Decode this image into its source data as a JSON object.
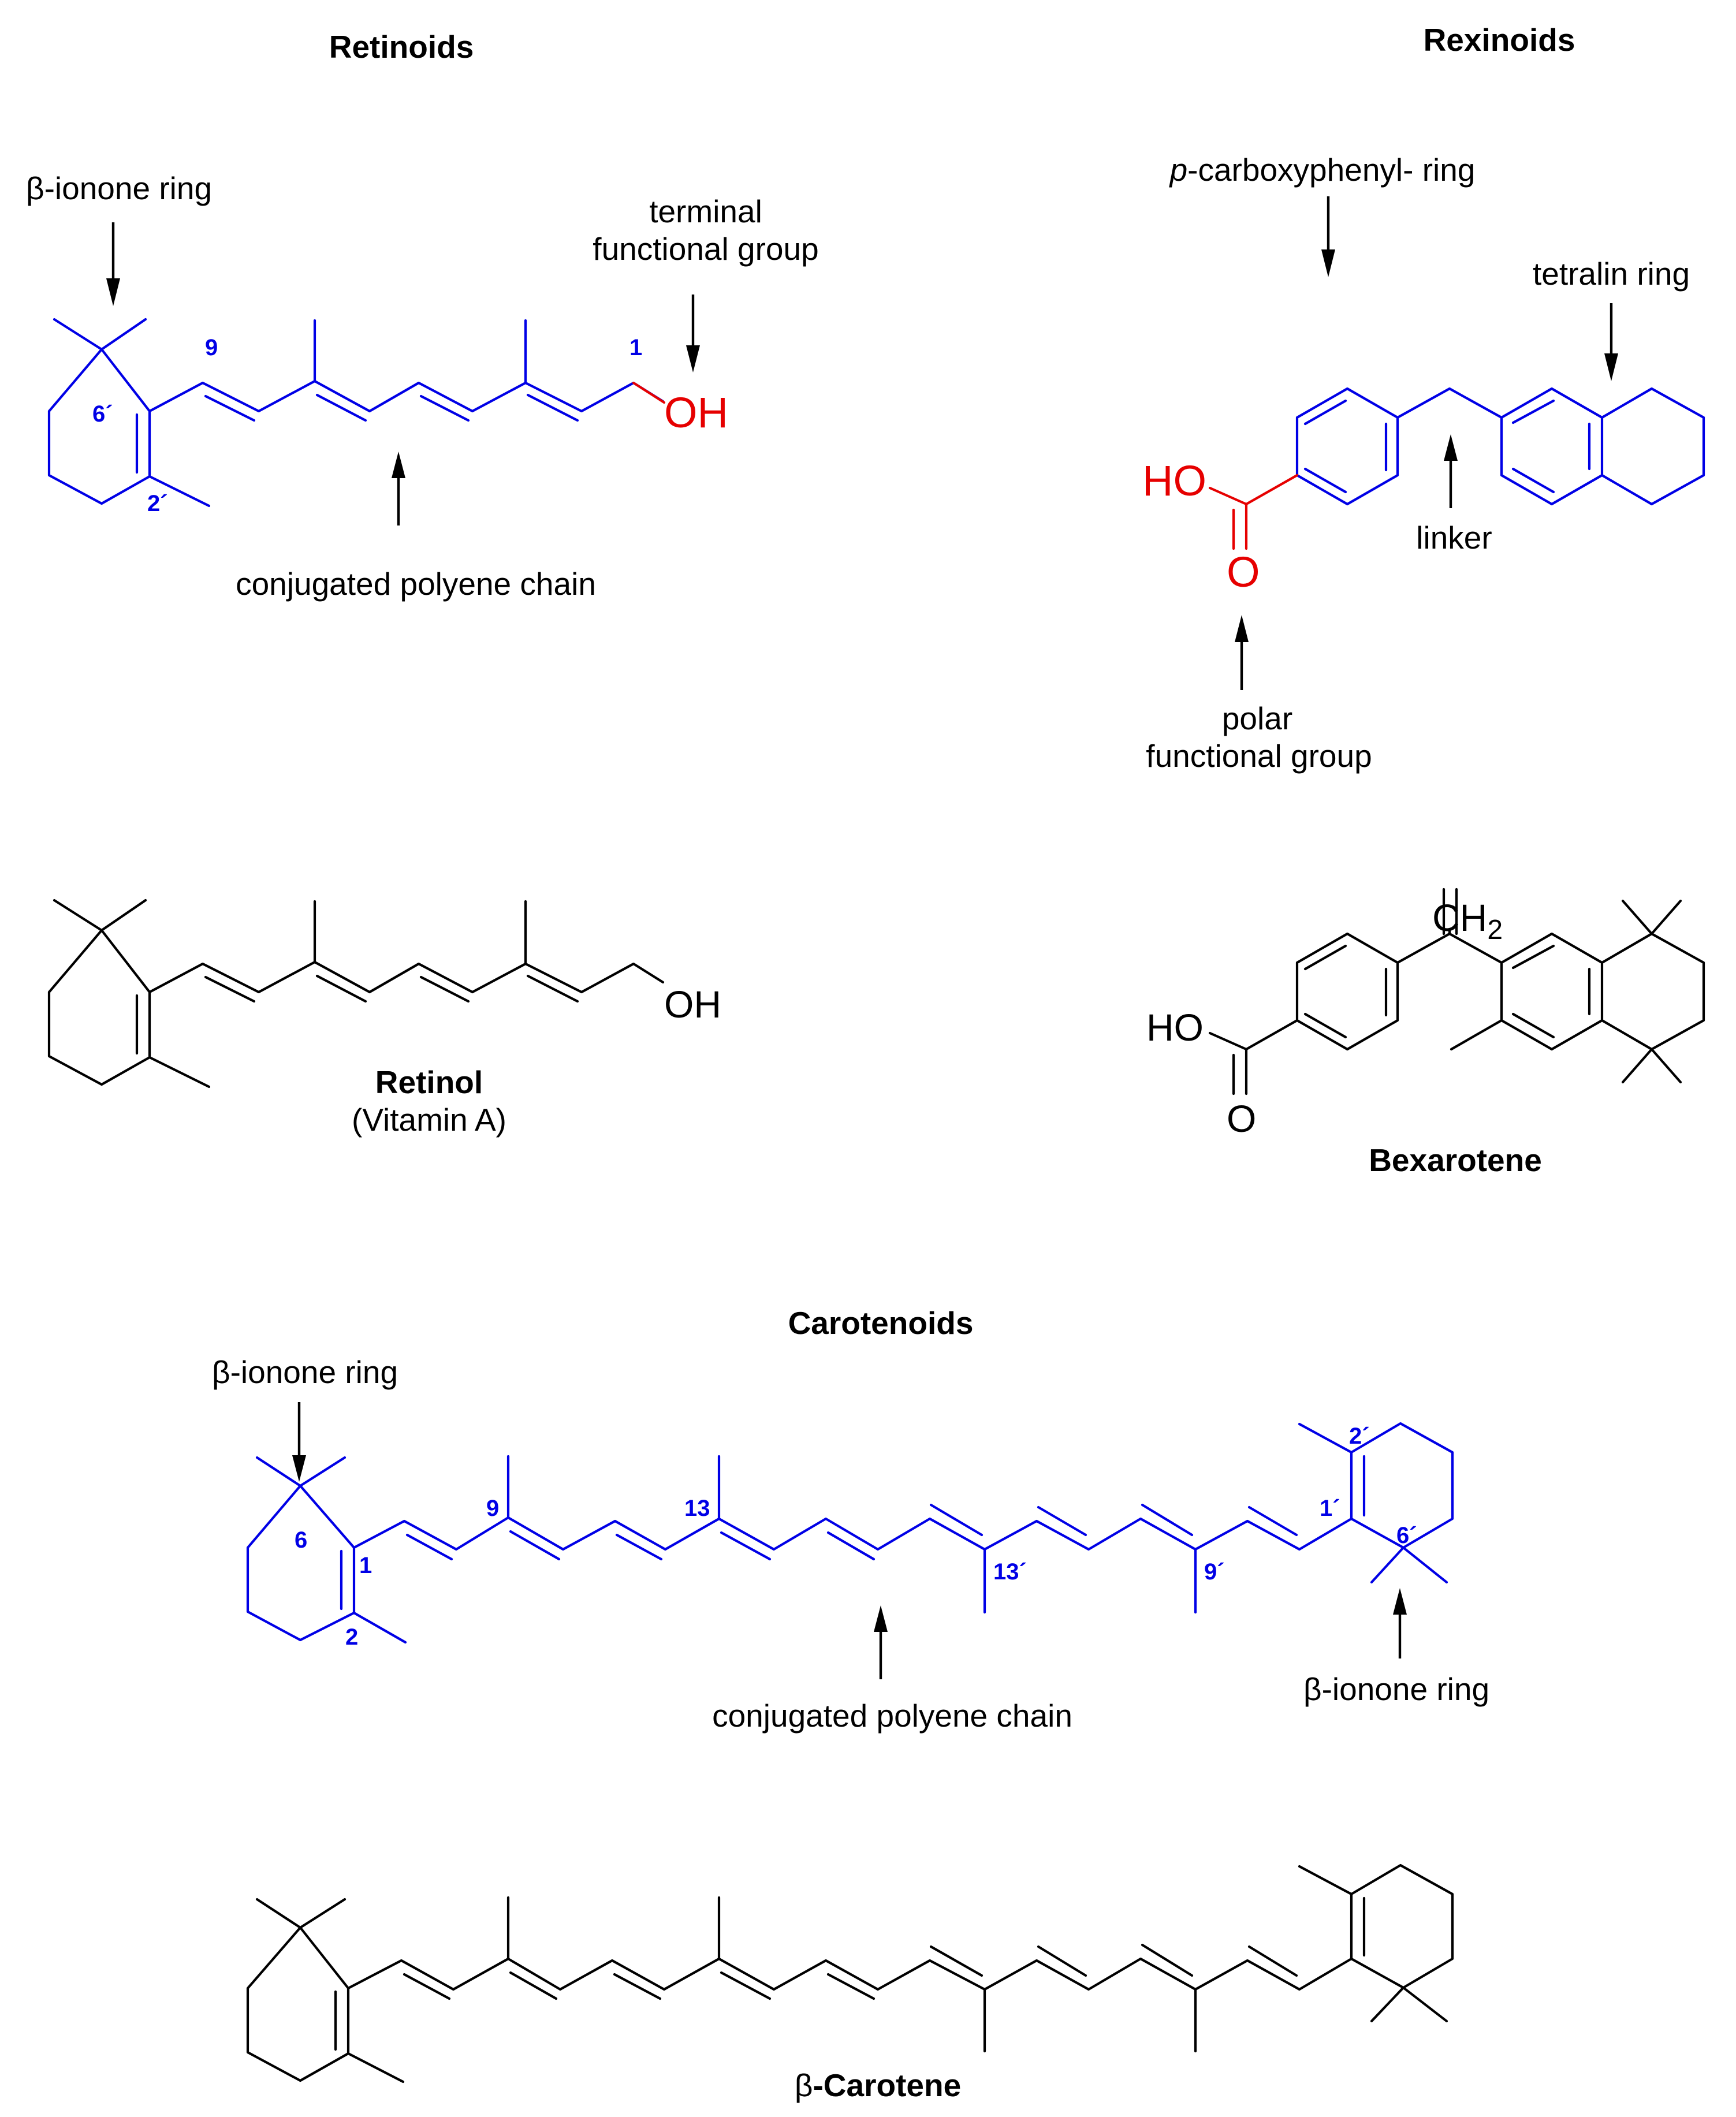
{
  "titles": {
    "retinoids": "Retinoids",
    "rexinoids": "Rexinoids",
    "carotenoids": "Carotenoids"
  },
  "annotations": {
    "beta_ionone_ring": "β-ionone ring",
    "terminal_functional_group_line1": "terminal",
    "terminal_functional_group_line2": "functional group",
    "conjugated_polyene_chain": "conjugated polyene chain",
    "p_carboxyphenyl_italic": "p",
    "p_carboxyphenyl_rest": "-carboxyphenyl- ring",
    "tetralin_ring": "tetralin ring",
    "linker": "linker",
    "polar_functional_group_line1": "polar",
    "polar_functional_group_line2": "functional group"
  },
  "atoms": {
    "oh": "OH",
    "ho": "HO",
    "o": "O",
    "ch2": "CH",
    "ch2_sub": "2"
  },
  "locants": {
    "retinoid": [
      "9",
      "1",
      "6´",
      "2´"
    ],
    "carotenoid": [
      "6",
      "1",
      "2",
      "9",
      "13",
      "13´",
      "9´",
      "1´",
      "2´",
      "6´"
    ]
  },
  "compounds": {
    "retinol": "Retinol",
    "retinol_sub": "(Vitamin A)",
    "bexarotene": "Bexarotene",
    "beta_carotene_prefix": "β",
    "beta_carotene_rest": "-Carotene"
  },
  "colors": {
    "highlight_structure": "#0000e6",
    "functional_group": "#e60000",
    "plain_structure": "#000000"
  }
}
